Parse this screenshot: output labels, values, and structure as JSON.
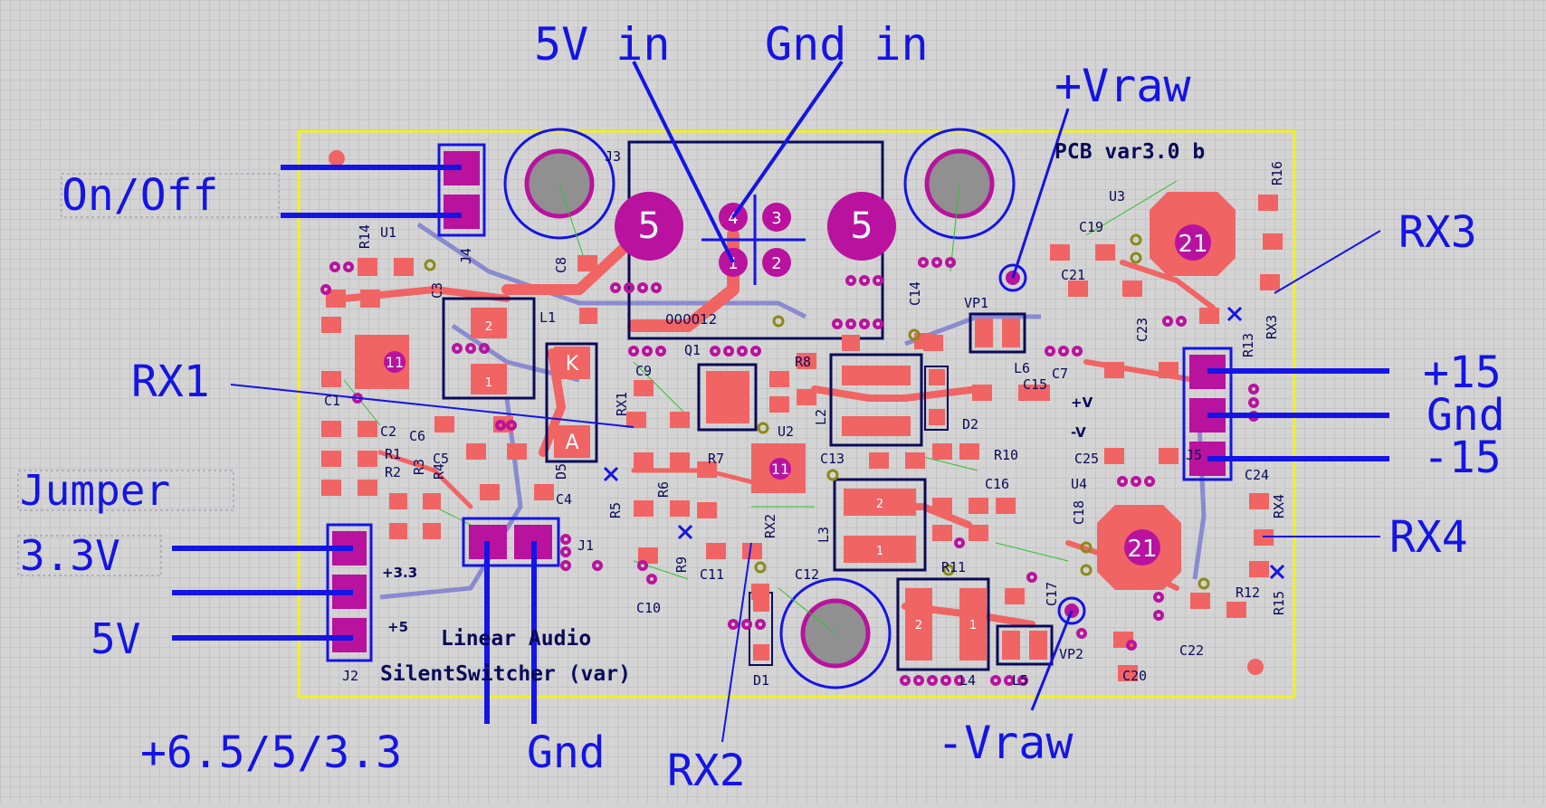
{
  "board": {
    "title_line1": "Linear Audio",
    "title_line2": "SilentSwitcher (var)",
    "version": "PCB var3.0 b",
    "colors": {
      "background": "#d4d4d4",
      "grid": "#b8b8b8",
      "outline": "#f2f21e",
      "copper": "#f06464",
      "via": "#b9129e",
      "annotation": "#1414e6",
      "silk": "#0a0a5a"
    }
  },
  "annotations": {
    "five_v_in": "5V in",
    "gnd_in": "Gnd in",
    "plus_vraw": "+Vraw",
    "minus_vraw": "-Vraw",
    "on_off": "On/Off",
    "jumper": "Jumper",
    "v33": "3.3V",
    "v5": "5V",
    "output_left": "+6.5/5/3.3",
    "output_gnd": "Gnd",
    "rx1": "RX1",
    "rx2": "RX2",
    "rx3": "RX3",
    "rx4": "RX4",
    "plus15": "+15",
    "gnd": "Gnd",
    "minus15": "-15"
  },
  "silkscreen": {
    "jumper_33": "+3.3",
    "jumper_5": "+5",
    "plus_v": "+V",
    "minus_v": "-V",
    "pin_k": "K",
    "pin_a": "A",
    "ic_pin_11": "11",
    "ic_pin_21": "21",
    "pin_5": "5",
    "pin_1": "1",
    "pin_2": "2",
    "pin_3": "3",
    "pin_4": "4"
  },
  "designators": {
    "J1": "J1",
    "J2": "J2",
    "J3": "J3",
    "J4": "J4",
    "J5": "J5",
    "U1": "U1",
    "U2": "U2",
    "U3": "U3",
    "U4": "U4",
    "Q1": "Q1",
    "D1": "D1",
    "D2": "D2",
    "D5": "D5",
    "L1": "L1",
    "L2": "L2",
    "L3": "L3",
    "L4": "L4",
    "L5": "L5",
    "L6": "L6",
    "VP1": "VP1",
    "VP2": "VP2",
    "C1": "C1",
    "C2": "C2",
    "C3": "C3",
    "C4": "C4",
    "C5": "C5",
    "C6": "C6",
    "C7": "C7",
    "C8": "C8",
    "C9": "C9",
    "C10": "C10",
    "C11": "C11",
    "C12": "C12",
    "C13": "C13",
    "C14": "C14",
    "C15": "C15",
    "C16": "C16",
    "C17": "C17",
    "C18": "C18",
    "C19": "C19",
    "C20": "C20",
    "C21": "C21",
    "C22": "C22",
    "C23": "C23",
    "C24": "C24",
    "C25": "C25",
    "R1": "R1",
    "R2": "R2",
    "R3": "R3",
    "R4": "R4",
    "R5": "R5",
    "R6": "R6",
    "R7": "R7",
    "R8": "R8",
    "R9": "R9",
    "R10": "R10",
    "R11": "R11",
    "R12": "R12",
    "R13": "R13",
    "R14": "R14",
    "R15": "R15",
    "R16": "R16",
    "RX1": "RX1",
    "RX2": "RX2",
    "RX3": "RX3",
    "RX4": "RX4",
    "code": "000012"
  }
}
